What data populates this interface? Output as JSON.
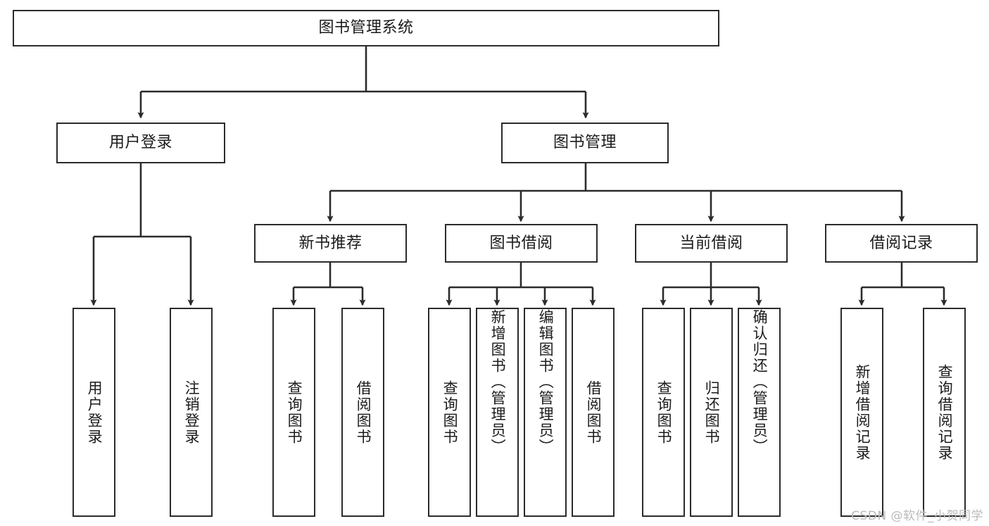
{
  "diagram": {
    "title": "图书管理系统",
    "type": "tree-hierarchy",
    "watermark": "CSDN @软件_小贺同学",
    "colors": {
      "stroke": "#2b2b2b",
      "fill": "#ffffff",
      "text": "#1b1b1b",
      "watermark": "#b9b9b9"
    }
  },
  "nodes": {
    "root": {
      "label": "图书管理系统"
    },
    "level2": [
      {
        "label": "用户登录"
      },
      {
        "label": "图书管理"
      }
    ],
    "level3": [
      {
        "label": "新书推荐"
      },
      {
        "label": "图书借阅"
      },
      {
        "label": "当前借阅"
      },
      {
        "label": "借阅记录"
      }
    ],
    "leaves": [
      {
        "label": "用户登录"
      },
      {
        "label": "注销登录"
      },
      {
        "label": "查询图书"
      },
      {
        "label": "借阅图书"
      },
      {
        "label": "查询图书"
      },
      {
        "label": "新增图书（管理员）"
      },
      {
        "label": "编辑图书（管理员）"
      },
      {
        "label": "借阅图书"
      },
      {
        "label": "查询图书"
      },
      {
        "label": "归还图书"
      },
      {
        "label": "确认归还（管理员）"
      },
      {
        "label": "新增借阅记录"
      },
      {
        "label": "查询借阅记录"
      }
    ]
  }
}
